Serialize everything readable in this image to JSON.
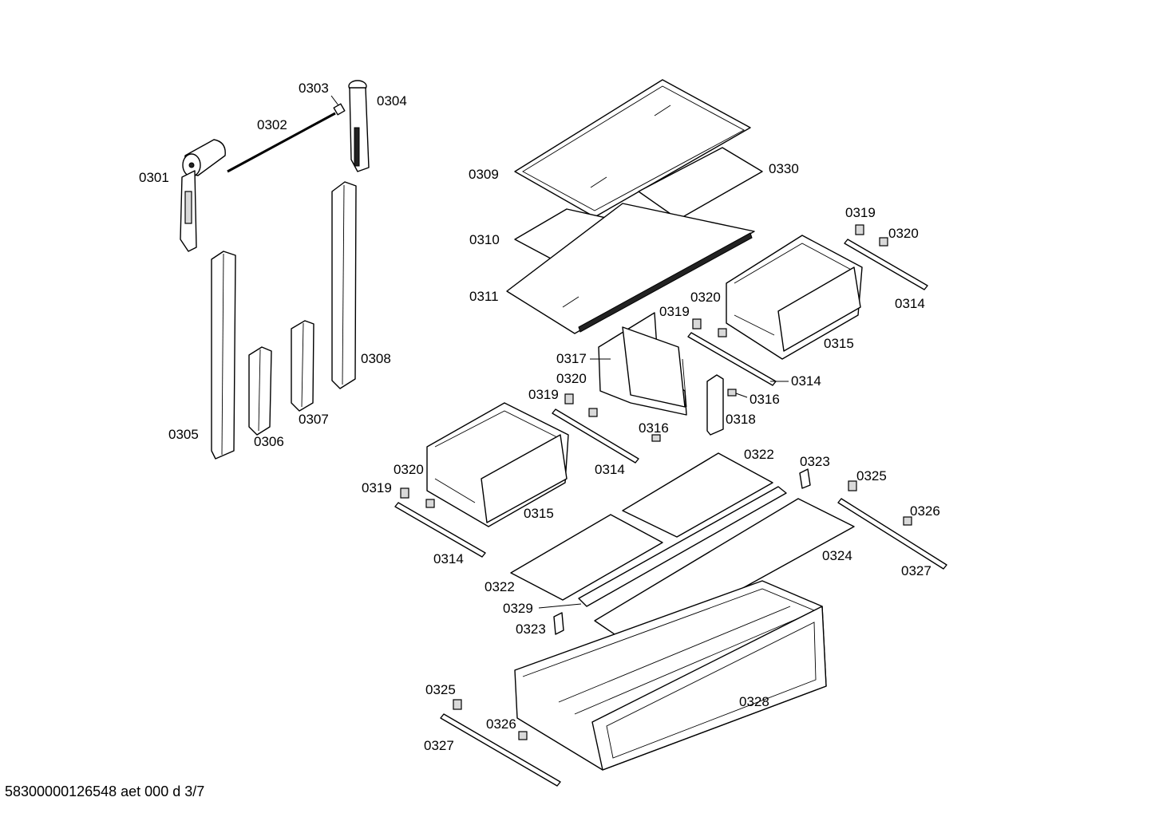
{
  "footer_code": "58300000126548 aet 000 d 3/7",
  "labels": {
    "p0301": "0301",
    "p0302": "0302",
    "p0303": "0303",
    "p0304": "0304",
    "p0305": "0305",
    "p0306": "0306",
    "p0307": "0307",
    "p0308": "0308",
    "p0309": "0309",
    "p0310": "0310",
    "p0311": "0311",
    "p0330": "0330",
    "p0319a": "0319",
    "p0320a": "0320",
    "p0314a": "0314",
    "p0315a": "0315",
    "p0319b": "0319",
    "p0320b": "0320",
    "p0317": "0317",
    "p0314b": "0314",
    "p0316a": "0316",
    "p0318": "0318",
    "p0320c": "0320",
    "p0319c": "0319",
    "p0316b": "0316",
    "p0314c": "0314",
    "p0315b": "0315",
    "p0320d": "0320",
    "p0319d": "0319",
    "p0314d": "0314",
    "p0322a": "0322",
    "p0323a": "0323",
    "p0325a": "0325",
    "p0326a": "0326",
    "p0324": "0324",
    "p0327a": "0327",
    "p0322b": "0322",
    "p0329": "0329",
    "p0323b": "0323",
    "p0328": "0328",
    "p0325b": "0325",
    "p0326b": "0326",
    "p0327b": "0327"
  }
}
